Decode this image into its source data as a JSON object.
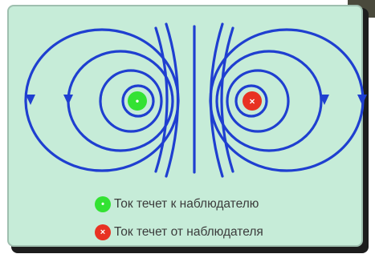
{
  "colors": {
    "field_lines": "#1f3fd0",
    "panel_bg": "#c6ecd8",
    "toward_marker": "#33e233",
    "away_marker": "#e83222",
    "legend_text": "#3c3c3c"
  },
  "conductors": [
    {
      "id": "toward",
      "symbol": "•",
      "icon": "current-toward-dot-icon"
    },
    {
      "id": "away",
      "symbol": "×",
      "icon": "current-away-cross-icon"
    }
  ],
  "legend": {
    "toward": {
      "symbol": "•",
      "label": "Ток течет к наблюдателю"
    },
    "away": {
      "symbol": "×",
      "label": "Ток течет от наблюдателя"
    }
  }
}
